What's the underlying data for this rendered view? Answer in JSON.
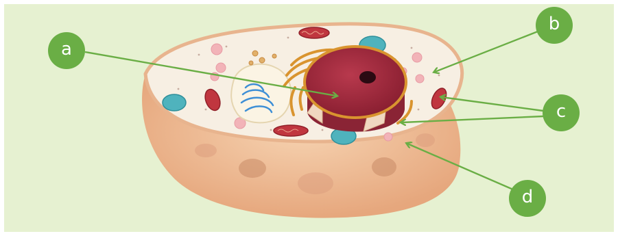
{
  "labels": {
    "a": "a",
    "b": "b",
    "c": "c",
    "d": "d"
  },
  "colors": {
    "background": "#e6f1d1",
    "marker": "#6aae45",
    "arrow": "#6aae45",
    "cell_outer": "#eebe97",
    "cytoplasm": "#f7efe3",
    "nucleus": "#a42b3d",
    "nucleolus": "#2b0a12",
    "vacuole": "#4fb3bd",
    "mitochondria": "#c0363f",
    "golgi": "#d9942f",
    "er": "#3d8fd6"
  }
}
